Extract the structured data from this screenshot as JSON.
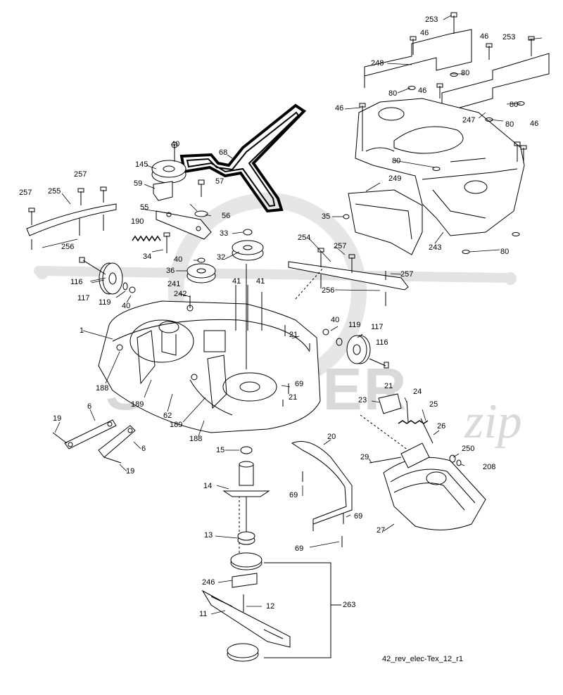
{
  "diagram": {
    "caption": "42_rev_elec-Tex_12_r1",
    "watermark": {
      "text": "SCOOTER",
      "suffix": "zip"
    },
    "callouts": [
      {
        "id": "c253a",
        "text": "253"
      },
      {
        "id": "c46a",
        "text": "46"
      },
      {
        "id": "c46b",
        "text": "46"
      },
      {
        "id": "c253b",
        "text": "253"
      },
      {
        "id": "c248",
        "text": "248"
      },
      {
        "id": "c80a",
        "text": "80"
      },
      {
        "id": "c80b",
        "text": "80"
      },
      {
        "id": "c46c",
        "text": "46"
      },
      {
        "id": "c46d",
        "text": "46"
      },
      {
        "id": "c247",
        "text": "247"
      },
      {
        "id": "c80c",
        "text": "80"
      },
      {
        "id": "c80d",
        "text": "80"
      },
      {
        "id": "c46e",
        "text": "46"
      },
      {
        "id": "c80e",
        "text": "80"
      },
      {
        "id": "c249",
        "text": "249"
      },
      {
        "id": "c35",
        "text": "35"
      },
      {
        "id": "c243",
        "text": "243"
      },
      {
        "id": "c80f",
        "text": "80"
      },
      {
        "id": "c68",
        "text": "68"
      },
      {
        "id": "c40a",
        "text": "40"
      },
      {
        "id": "c145",
        "text": "145"
      },
      {
        "id": "c257a",
        "text": "257"
      },
      {
        "id": "c257b",
        "text": "257"
      },
      {
        "id": "c255",
        "text": "255"
      },
      {
        "id": "c59",
        "text": "59"
      },
      {
        "id": "c57",
        "text": "57"
      },
      {
        "id": "c55",
        "text": "55"
      },
      {
        "id": "c56",
        "text": "56"
      },
      {
        "id": "c190",
        "text": "190"
      },
      {
        "id": "c33",
        "text": "33"
      },
      {
        "id": "c256a",
        "text": "256"
      },
      {
        "id": "c34",
        "text": "34"
      },
      {
        "id": "c40b",
        "text": "40"
      },
      {
        "id": "c32",
        "text": "32"
      },
      {
        "id": "c254",
        "text": "254"
      },
      {
        "id": "c257c",
        "text": "257"
      },
      {
        "id": "c257d",
        "text": "257"
      },
      {
        "id": "c36",
        "text": "36"
      },
      {
        "id": "c116a",
        "text": "116"
      },
      {
        "id": "c117a",
        "text": "117"
      },
      {
        "id": "c119a",
        "text": "119"
      },
      {
        "id": "c40c",
        "text": "40"
      },
      {
        "id": "c241",
        "text": "241"
      },
      {
        "id": "c242",
        "text": "242"
      },
      {
        "id": "c41a",
        "text": "41"
      },
      {
        "id": "c41b",
        "text": "41"
      },
      {
        "id": "c256b",
        "text": "256"
      },
      {
        "id": "c1",
        "text": "1"
      },
      {
        "id": "c21a",
        "text": "21"
      },
      {
        "id": "c40d",
        "text": "40"
      },
      {
        "id": "c119b",
        "text": "119"
      },
      {
        "id": "c117b",
        "text": "117"
      },
      {
        "id": "c116b",
        "text": "116"
      },
      {
        "id": "c188a",
        "text": "188"
      },
      {
        "id": "c69a",
        "text": "69"
      },
      {
        "id": "c189a",
        "text": "189"
      },
      {
        "id": "c62",
        "text": "62"
      },
      {
        "id": "c21b",
        "text": "21"
      },
      {
        "id": "c21c",
        "text": "21"
      },
      {
        "id": "c24",
        "text": "24"
      },
      {
        "id": "c189b",
        "text": "189"
      },
      {
        "id": "c23",
        "text": "23"
      },
      {
        "id": "c25",
        "text": "25"
      },
      {
        "id": "c6a",
        "text": "6"
      },
      {
        "id": "c19a",
        "text": "19"
      },
      {
        "id": "c188b",
        "text": "188"
      },
      {
        "id": "c26",
        "text": "26"
      },
      {
        "id": "c6b",
        "text": "6"
      },
      {
        "id": "c20",
        "text": "20"
      },
      {
        "id": "c15",
        "text": "15"
      },
      {
        "id": "c250",
        "text": "250"
      },
      {
        "id": "c29",
        "text": "29"
      },
      {
        "id": "c208",
        "text": "208"
      },
      {
        "id": "c19b",
        "text": "19"
      },
      {
        "id": "c14",
        "text": "14"
      },
      {
        "id": "c69b",
        "text": "69"
      },
      {
        "id": "c69c",
        "text": "69"
      },
      {
        "id": "c27",
        "text": "27"
      },
      {
        "id": "c13",
        "text": "13"
      },
      {
        "id": "c69d",
        "text": "69"
      },
      {
        "id": "c246",
        "text": "246"
      },
      {
        "id": "c263",
        "text": "263"
      },
      {
        "id": "c12",
        "text": "12"
      },
      {
        "id": "c11",
        "text": "11"
      }
    ]
  }
}
